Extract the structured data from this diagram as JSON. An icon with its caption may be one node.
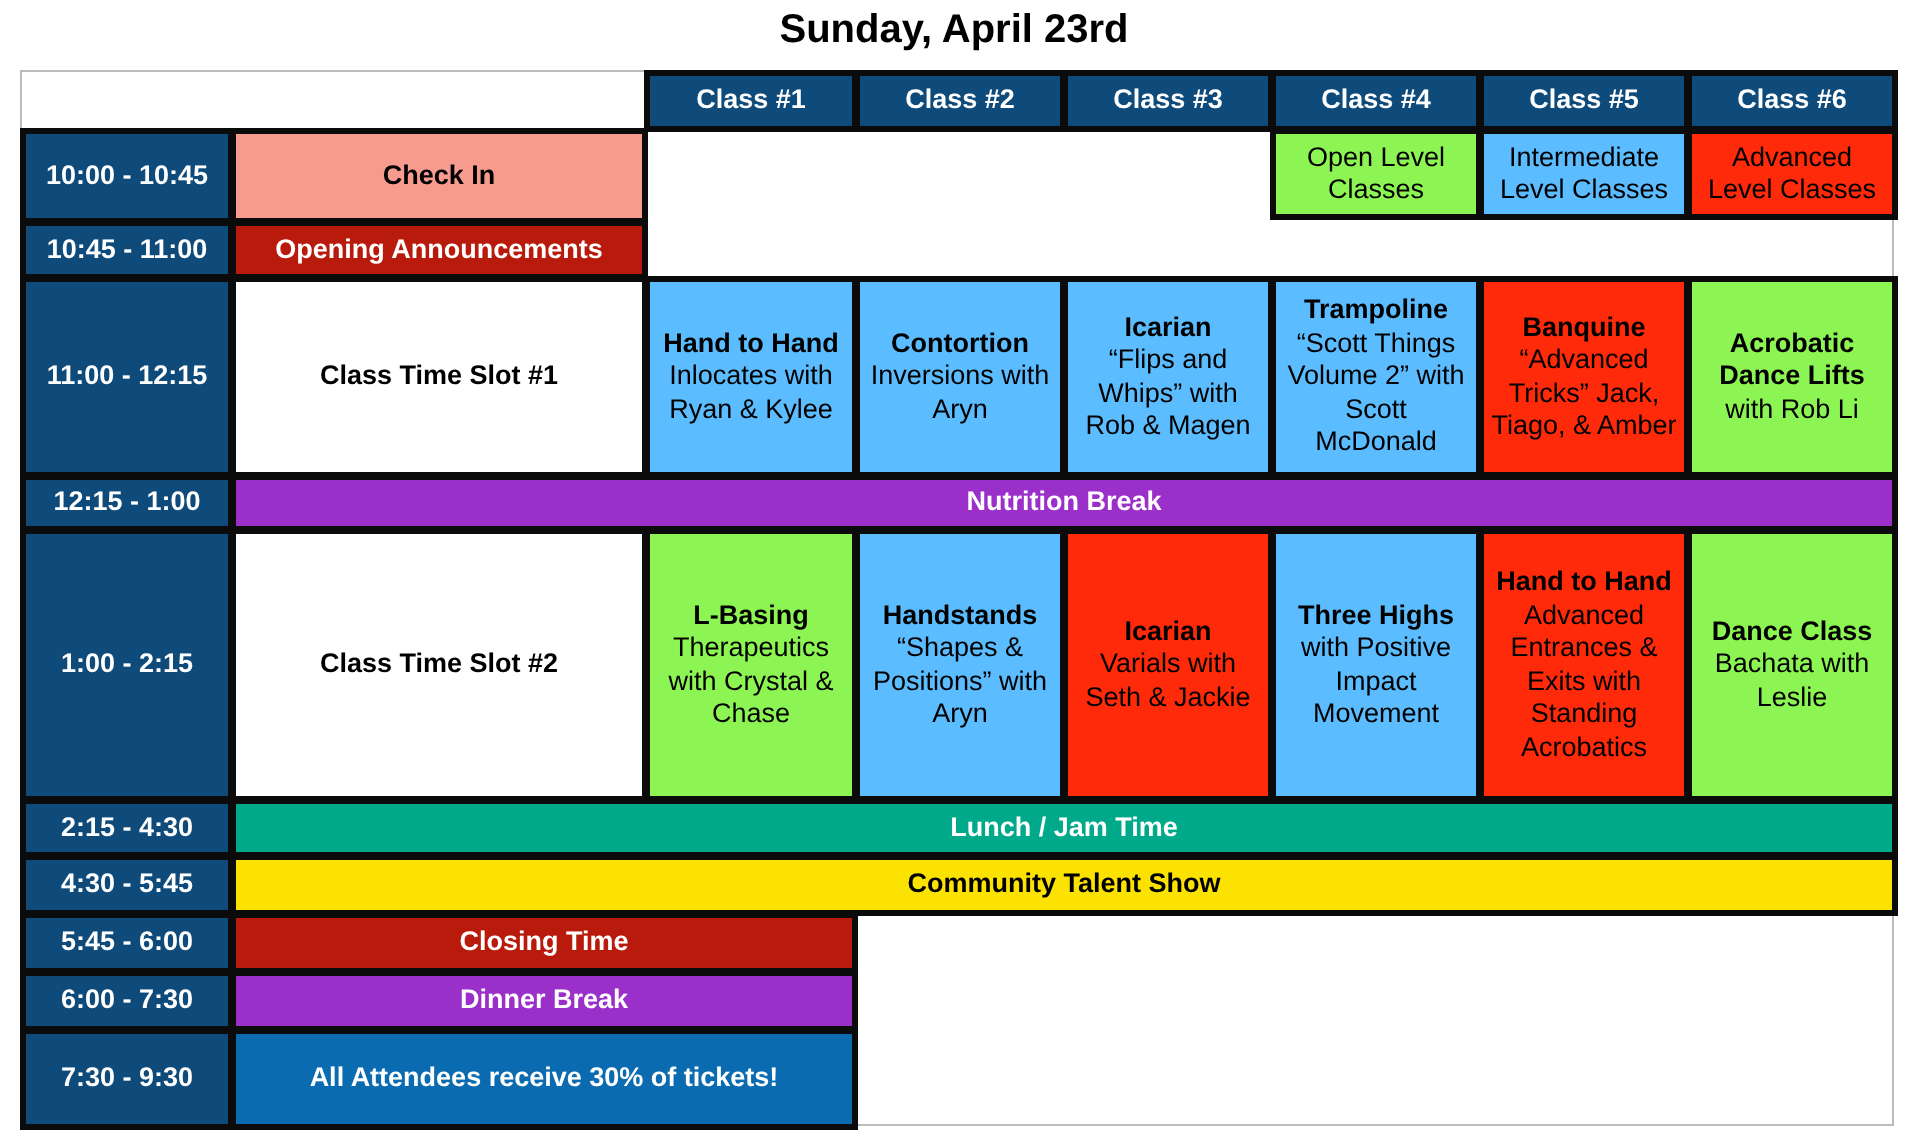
{
  "diagram": {
    "title": "Sunday, April 23rd",
    "labels": [
      "Class #1",
      "Class #2",
      "Class #3",
      "Class #4",
      "Class #5",
      "Class #6",
      "10:00 - 10:45",
      "Check In",
      "10:45 - 11:00",
      "Opening Announcements",
      "11:00 - 12:15",
      "Class Time Slot #1",
      "**Hand to Hand** Inlocates with Ryan & Kylee",
      "**Contortion** Inversions with Aryn",
      "**Icarian** “Flips and Whips” with Rob & Magen",
      "**Trampoline** “Scott Things Volume 2” with Scott McDonald",
      "**Banquine** “Advanced Tricks” Jack, Tiago, & Amber",
      "**Acrobatic Dance Lifts** with Rob Li",
      "12:15 - 1:00",
      "Nutrition Break",
      "1:00 - 2:15",
      "Class Time Slot #2",
      "**L-Basing** Therapeutics with Crystal & Chase",
      "**Handstands** “Shapes & Positions” with Aryn",
      "**Icarian** Varials with Seth & Jackie",
      "**Three Highs** with Positive Impact Movement",
      "**Hand to Hand** Advanced Entrances & Exits with Standing Acrobatics",
      "**Dance Class** Bachata with Leslie",
      "2:15 - 4:30",
      "Lunch / Jam Time",
      "4:30 - 5:45",
      "Community Talent Show",
      "5:45 - 6:00",
      "Closing Time",
      "6:00 - 7:30",
      "Dinner Break",
      "7:30 - 9:30",
      "All Attendees receive 30% of tickets!"
    ],
    "legend": [
      {
        "text": "Open Level Classes",
        "color": "#8df553"
      },
      {
        "text": "Intermediate Level Classes",
        "color": "#5bbcff"
      },
      {
        "text": "Advanced Level Classes",
        "color": "#ff2a0a"
      }
    ]
  }
}
